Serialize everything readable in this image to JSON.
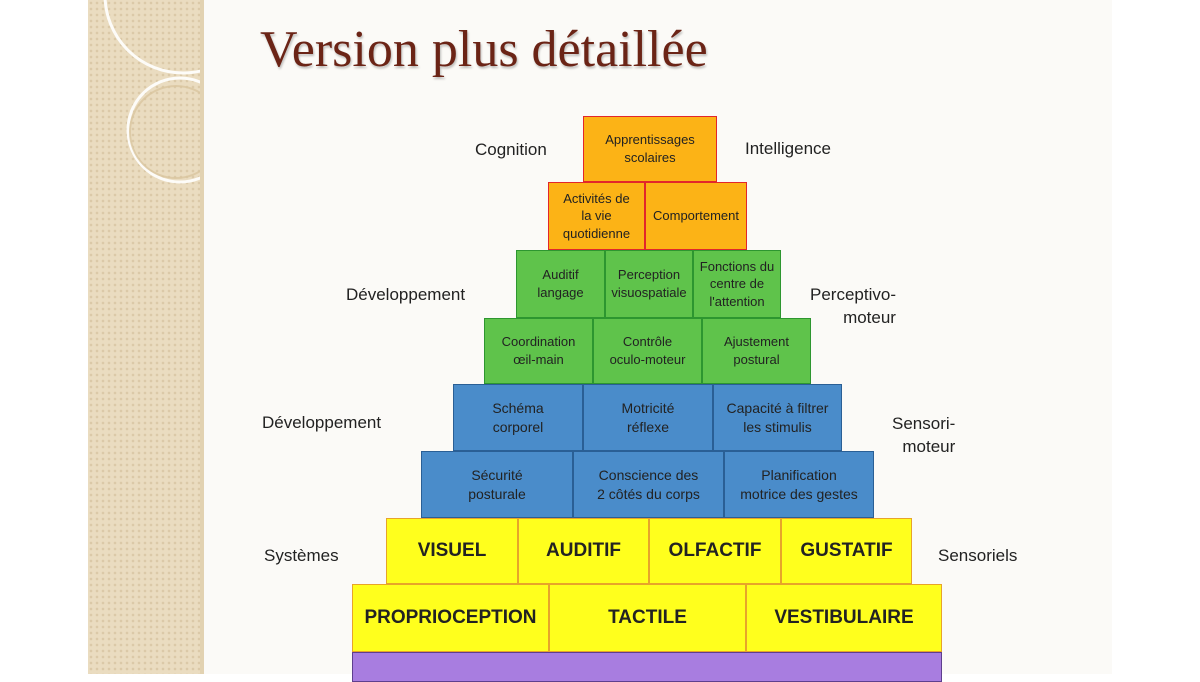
{
  "slide": {
    "title": "Version plus détaillée"
  },
  "pyramid": {
    "top": [
      "Apprentissages\nscolaires"
    ],
    "row2": [
      "Activités de\nla vie\nquotidienne",
      "Comportement"
    ],
    "row3": [
      "Auditif\nlangage",
      "Perception\nvisuospatiale",
      "Fonctions du\ncentre de\nl'attention"
    ],
    "row4": [
      "Coordination\nœil-main",
      "Contrôle\noculo-moteur",
      "Ajustement\npostural"
    ],
    "row5": [
      "Schéma\ncorporel",
      "Motricité\nréflexe",
      "Capacité à filtrer\nles stimulis"
    ],
    "row6": [
      "Sécurité\nposturale",
      "Conscience des\n2 côtés du corps",
      "Planification\nmotrice des gestes"
    ],
    "row7": [
      "VISUEL",
      "AUDITIF",
      "OLFACTIF",
      "GUSTATIF"
    ],
    "row8": [
      "PROPRIOCEPTION",
      "TACTILE",
      "VESTIBULAIRE"
    ]
  },
  "side_labels": {
    "cognition": "Cognition",
    "intelligence": "Intelligence",
    "developpement_1": "Développement",
    "perceptivo": "Perceptivo-\nmoteur",
    "developpement_2": "Développement",
    "sensori": "Sensori-\nmoteur",
    "systemes": "Systèmes",
    "sensoriels": "Sensoriels"
  },
  "colors": {
    "orange": "#fcb316",
    "green": "#5fc34b",
    "blue": "#4a8cca",
    "yellow": "#ffff1d",
    "purple": "#a87de0",
    "title": "#6b2416"
  }
}
